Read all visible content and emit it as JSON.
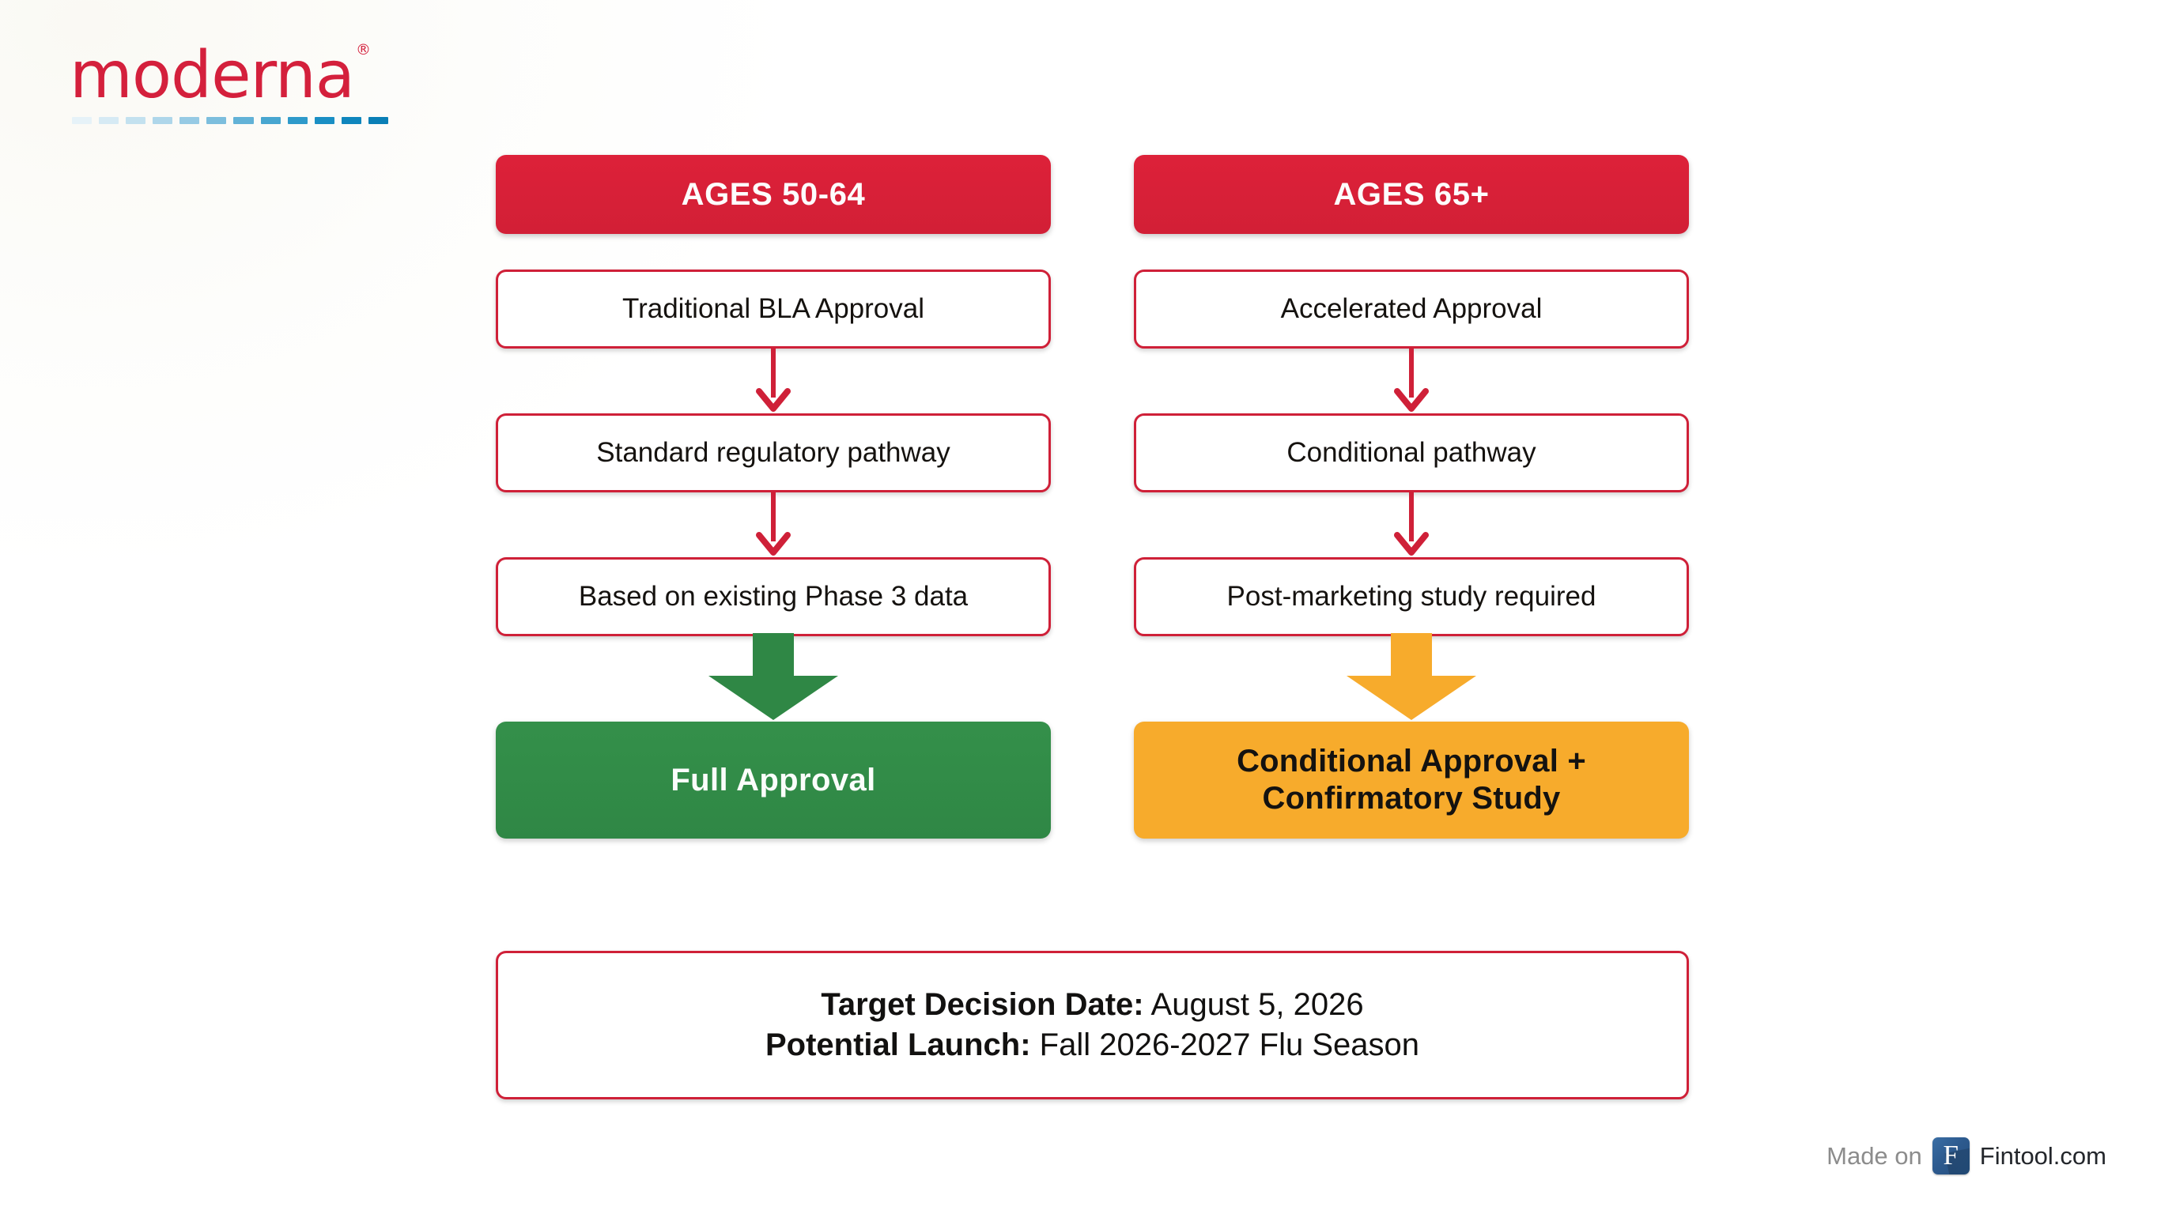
{
  "brand": {
    "name": "moderna",
    "registered_mark": "®",
    "logo_color": "#d4203c",
    "underline_dash_colors": [
      "#e6f2f8",
      "#d6eaf4",
      "#c3e1ef",
      "#aed6ea",
      "#96cae4",
      "#7cbedd",
      "#62b2d7",
      "#48a6d0",
      "#2e9aca",
      "#1a8fc4",
      "#0f86bd",
      "#0a7fb6"
    ]
  },
  "colors": {
    "red": "#cf2038",
    "header_red": "#dd2139",
    "green": "#2f8745",
    "orange": "#f7ab2c",
    "text_dark": "#15120f",
    "background": "#ffffff"
  },
  "flow": {
    "columns": [
      {
        "header": "AGES 50-64",
        "steps": [
          "Traditional BLA Approval",
          "Standard regulatory pathway",
          "Based on existing Phase 3 data"
        ],
        "outcome": "Full Approval",
        "outcome_lines": [
          "Full Approval"
        ],
        "outcome_style": "green",
        "big_arrow_color": "#2f8745"
      },
      {
        "header": "AGES 65+",
        "steps": [
          "Accelerated Approval",
          "Conditional pathway",
          "Post-marketing study required"
        ],
        "outcome": "Conditional Approval + Confirmatory Study",
        "outcome_lines": [
          "Conditional Approval +",
          "Confirmatory Study"
        ],
        "outcome_style": "orange",
        "big_arrow_color": "#f7ab2c"
      }
    ]
  },
  "summary": {
    "line1_label": "Target Decision Date:",
    "line1_value": " August 5, 2026",
    "line2_label": "Potential Launch:",
    "line2_value": " Fall 2026-2027 Flu Season"
  },
  "footer": {
    "made_on": "Made on",
    "logo_letter": "F",
    "site_name": "Fintool.com"
  }
}
